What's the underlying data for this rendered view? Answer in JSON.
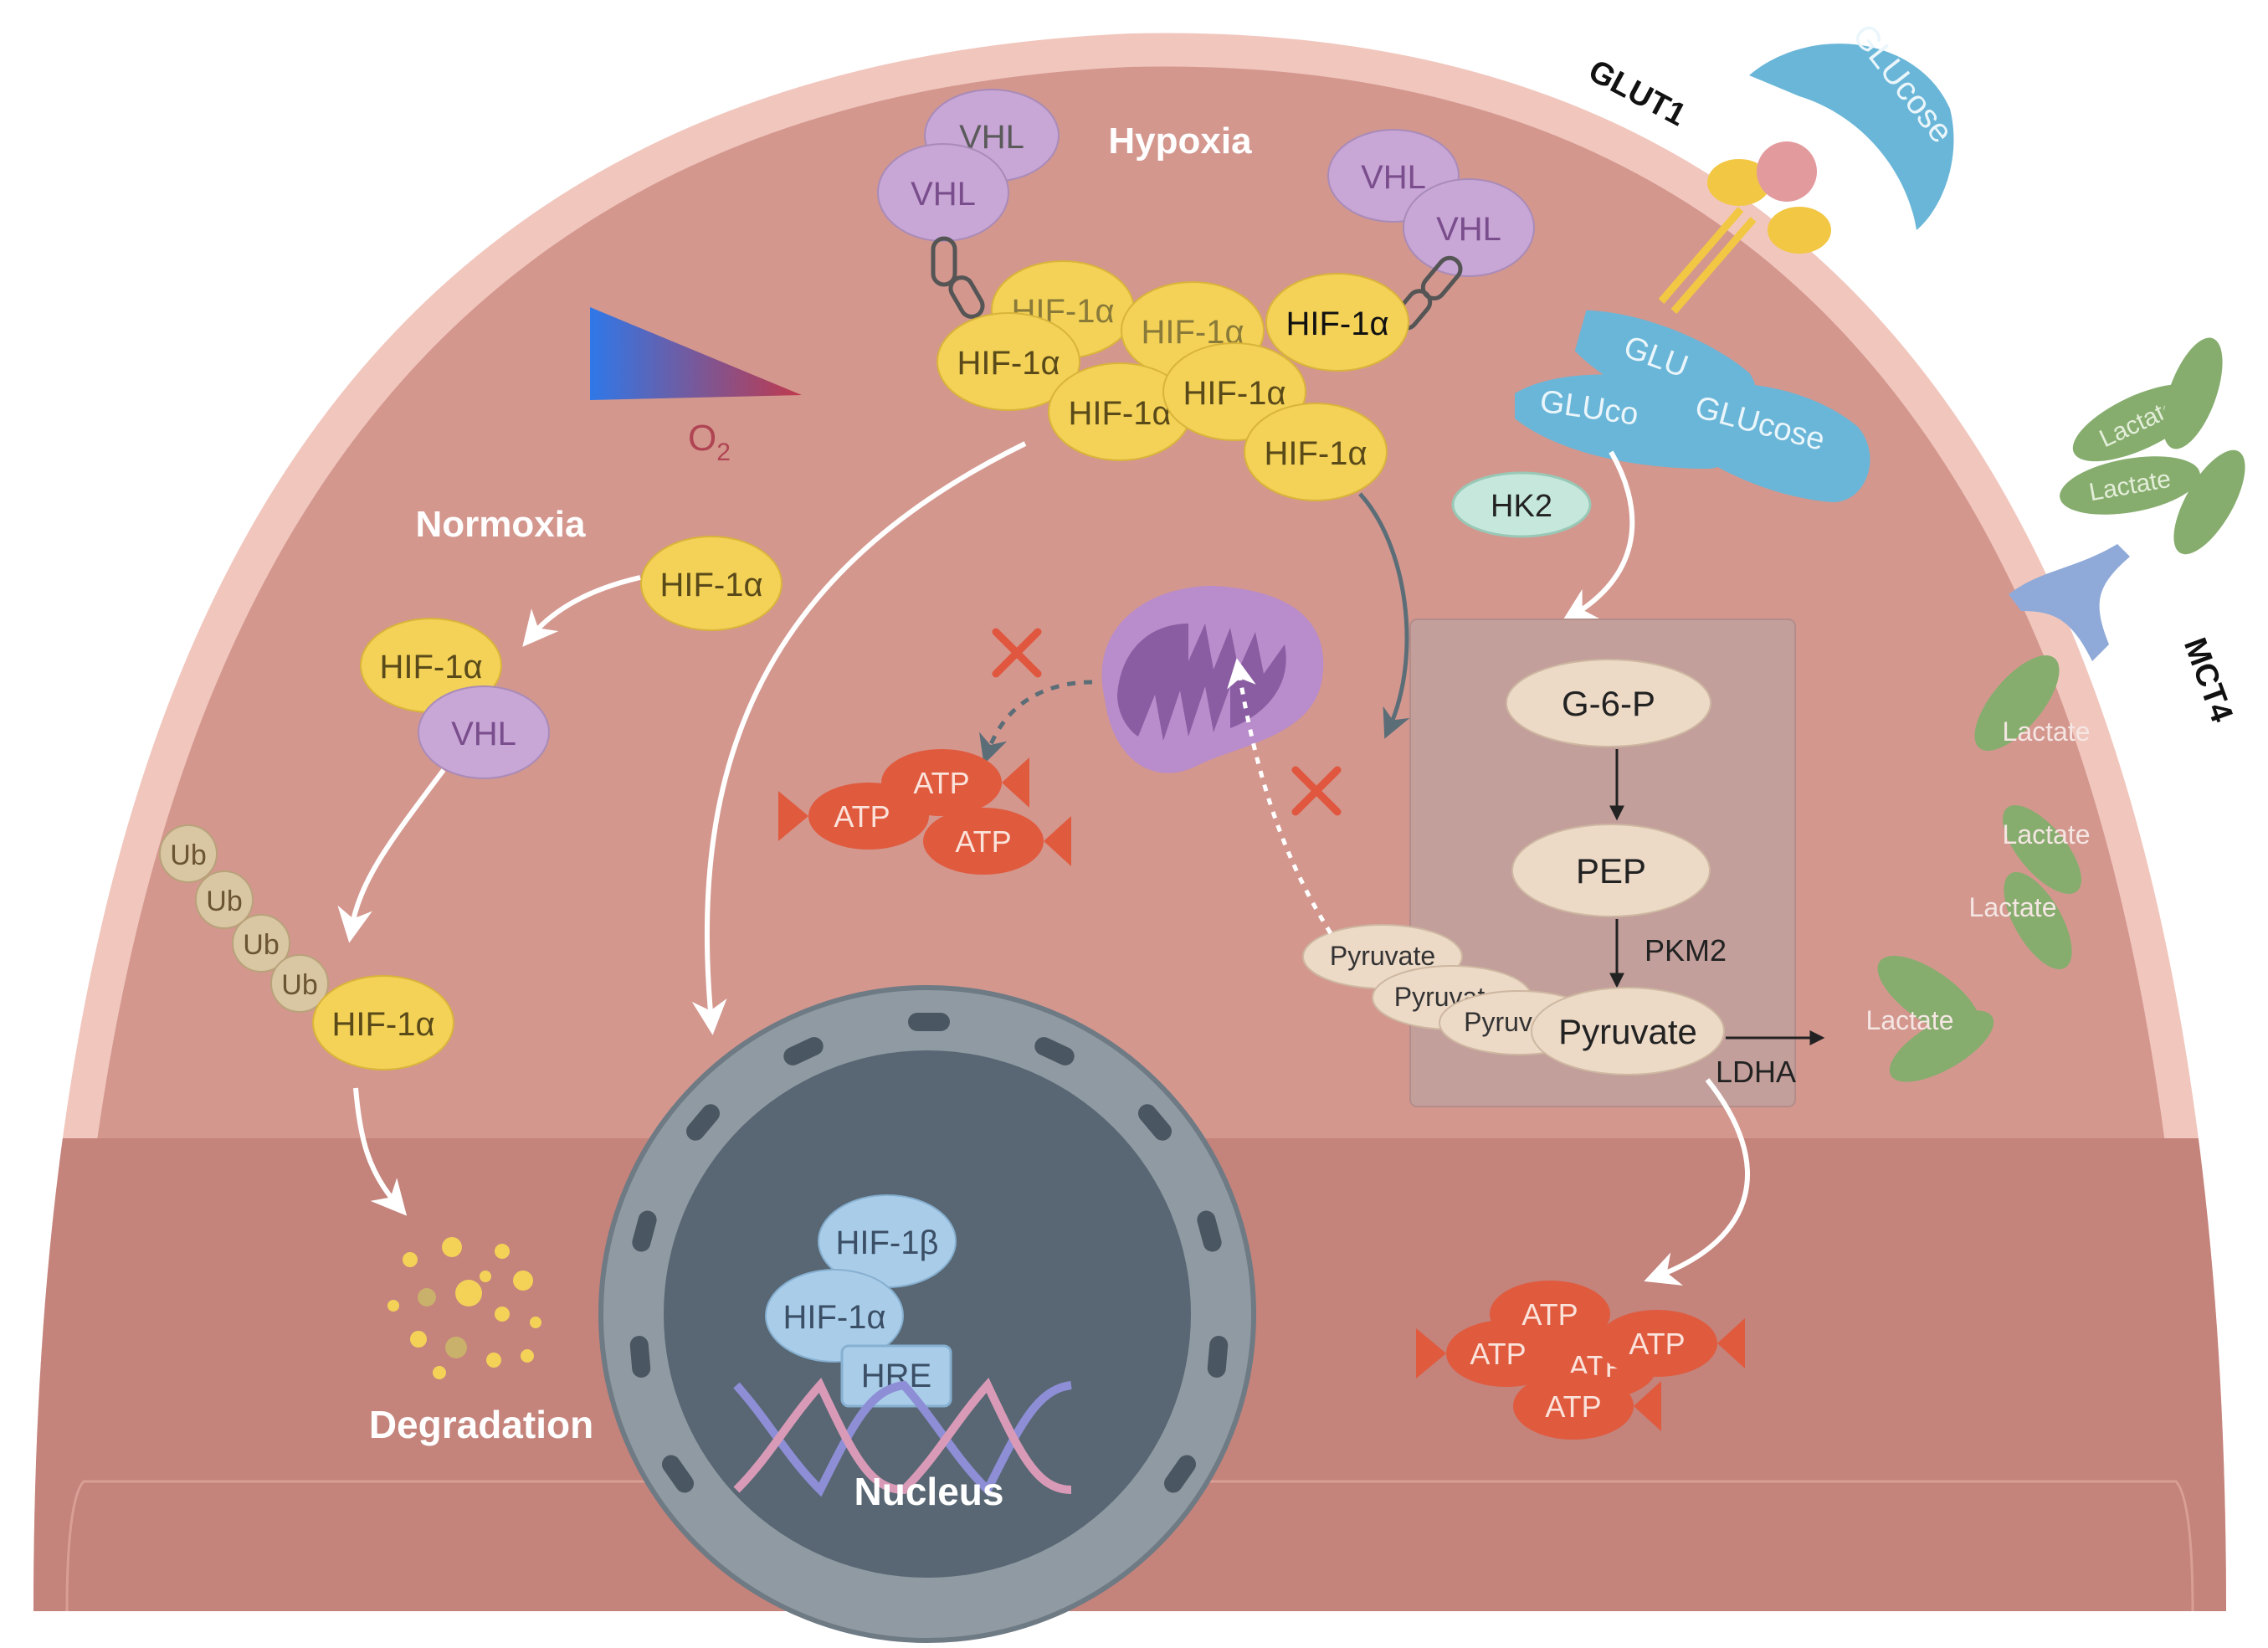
{
  "colors": {
    "cytoplasm": "#d3978e",
    "membrane": "#f1c6bd",
    "lower_band": "#c4837b",
    "hif": "#f3d257",
    "vhl": "#c8a6d6",
    "glucose": "#6ab6d8",
    "atp": "#e05a3e",
    "lactate": "#86ad6e",
    "nucleus": "#586773",
    "glycolysis_box": "#c39f9b"
  },
  "labels": {
    "hypoxia": "Hypoxia",
    "normoxia": "Normoxia",
    "o2": "O",
    "o2_sub": "2",
    "glut1": "GLUT1",
    "mct4": "MCT4",
    "degradation": "Degradation",
    "nucleus": "Nucleus"
  },
  "molecules": {
    "vhl": "VHL",
    "hif1a": "HIF-1α",
    "hif1b": "HIF-1β",
    "hre": "HRE",
    "ub": "Ub",
    "hk2": "HK2",
    "glucose": "GLUcose",
    "glucose_partial_1": "GLUco",
    "glucose_partial_2": "GLU",
    "atp": "ATP",
    "lactate": "Lactate",
    "pyruvate": "Pyruvate",
    "pyruvate_partial_1": "Pyruvat",
    "pyruvate_partial_2": "Pyruv"
  },
  "pathway": {
    "g6p": "G-6-P",
    "pep": "PEP",
    "pkm2": "PKM2",
    "pyruvate": "Pyruvate",
    "ldha": "LDHA",
    "lactate": "Lactate"
  }
}
